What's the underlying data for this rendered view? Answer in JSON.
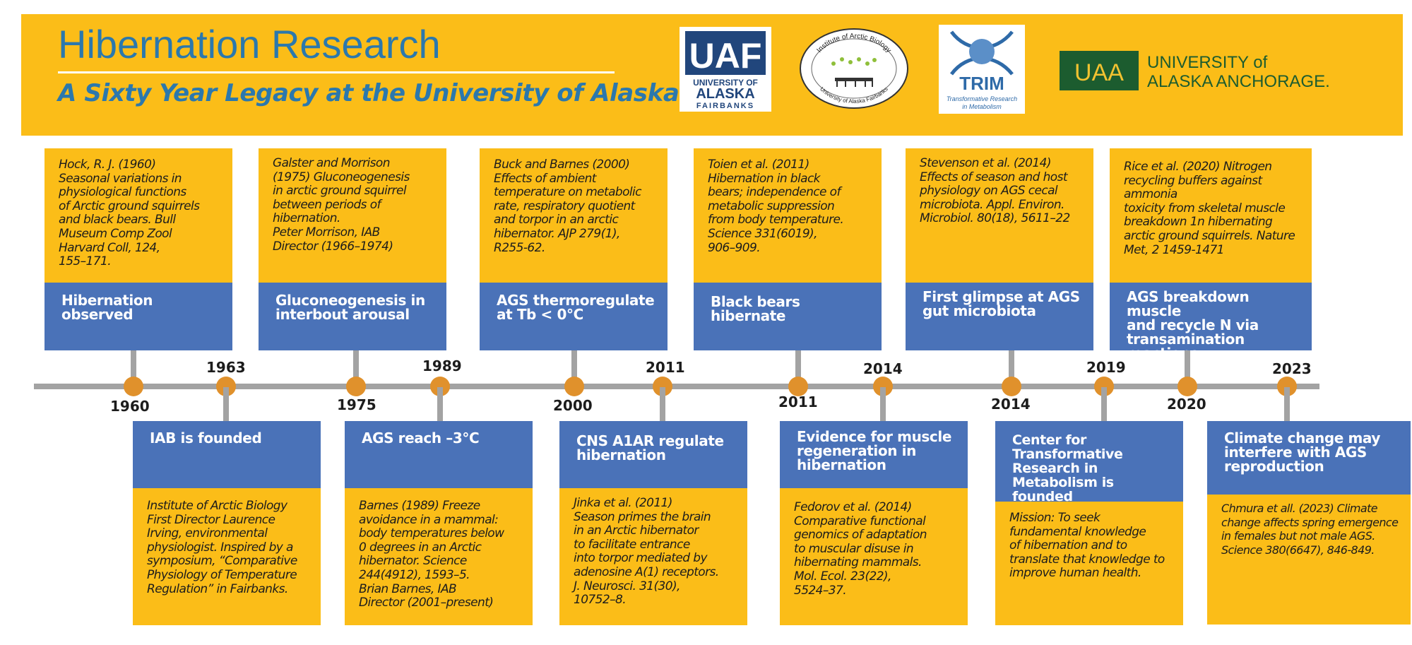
{
  "header": {
    "title": "Hibernation Research",
    "subtitle": "A Sixty Year Legacy at the University of Alaska"
  },
  "logos": {
    "uaf": {
      "mark": "UAF",
      "line1": "UNIVERSITY OF",
      "line2": "ALASKA",
      "line3": "FAIRBANKS"
    },
    "iab": {
      "top_text": "Institute of Arctic Biology",
      "bottom_text": "University of Alaska Fairbanks"
    },
    "trim": {
      "mark": "TRIM",
      "line1": "Transformative Research",
      "line2": "in Metabolism"
    },
    "uaa": {
      "mark": "UAA",
      "line1": "UNIVERSITY of",
      "line2": "ALASKA ANCHORAGE."
    }
  },
  "colors": {
    "gold": "#fbbd18",
    "blue": "#4a72b8",
    "title_blue": "#2b78ad",
    "axis": "#a3a3a3",
    "dot": "#e0912c"
  },
  "events_top": [
    {
      "year": "1960",
      "label": "Hibernation\nobserved",
      "ref": "Hock, R. J. (1960)\nSeasonal variations in\nphysiological functions\nof Arctic ground squirrels\nand black bears. Bull\nMuseum Comp Zool\nHarvard Coll, 124,\n155–171."
    },
    {
      "year": "1975",
      "label": "Gluconeogenesis in\ninterbout arousal",
      "ref": "Galster and Morrison\n(1975) Gluconeogenesis\nin arctic ground squirrel\nbetween periods of\nhibernation.\nPeter Morrison, IAB\nDirector (1966–1974)"
    },
    {
      "year": "2000",
      "label": "AGS thermoregulate\nat Tb < 0°C",
      "ref": "Buck and Barnes (2000)\nEffects of ambient\ntemperature on metabolic\nrate, respiratory quotient\nand torpor in an arctic\nhibernator. AJP 279(1),\nR255-62."
    },
    {
      "year": "2011",
      "label": "Black bears hibernate",
      "ref": "Toien et al. (2011)\nHibernation in black\nbears; independence of\nmetabolic suppression\nfrom body temperature.\nScience 331(6019),\n906–909."
    },
    {
      "year": "2014",
      "label": "First glimpse at AGS\ngut microbiota",
      "ref": "Stevenson et al. (2014)\nEffects of season and host\nphysiology on AGS cecal\nmicrobiota. Appl. Environ.\nMicrobiol. 80(18), 5611–22"
    },
    {
      "year": "2020",
      "label": "AGS breakdown muscle\nand recycle N via\ntransamination reactions",
      "ref": "Rice et al. (2020) Nitrogen\nrecycling buffers against\nammonia\ntoxicity from skeletal muscle\nbreakdown 1n hibernating\narctic ground squirrels. Nature\nMet, 2 1459-1471"
    }
  ],
  "events_bottom": [
    {
      "year": "1963",
      "label": "IAB is founded",
      "ref": "Institute of Arctic Biology\nFirst Director Laurence\nIrving, environmental\nphysiologist. Inspired by a\nsymposium, “Comparative\nPhysiology of Temperature\nRegulation” in Fairbanks."
    },
    {
      "year": "1989",
      "label": "AGS reach –3°C",
      "ref": "Barnes (1989) Freeze\navoidance in a mammal:\nbody temperatures below\n0 degrees in an Arctic\nhibernator. Science\n244(4912), 1593–5.\nBrian Barnes, IAB\nDirector (2001–present)"
    },
    {
      "year": "2011",
      "label": "CNS A1AR regulate\nhibernation",
      "ref": "Jinka et al. (2011)\nSeason primes the brain\nin an Arctic hibernator\nto facilitate entrance\ninto torpor mediated by\nadenosine A(1) receptors.\nJ. Neurosci. 31(30),\n10752–8."
    },
    {
      "year": "2014",
      "label": "Evidence for muscle\nregeneration in\nhibernation",
      "ref": "Fedorov et al. (2014)\nComparative functional\ngenomics of adaptation\nto muscular disuse in\nhibernating mammals.\nMol. Ecol. 23(22),\n5524–37."
    },
    {
      "year": "2019",
      "label": "Center for Transformative\nResearch in Metabolism is\nfounded",
      "ref": "Mission: To seek\nfundamental knowledge\nof hibernation and to\ntranslate that knowledge to\nimprove human health."
    },
    {
      "year": "2023",
      "label": "Climate change may\ninterfere with AGS\nreproduction",
      "ref": "Chmura et all. (2023) Climate\nchange affects spring emergence\nin females but not male AGS.\nScience 380(6647), 846-849."
    }
  ]
}
